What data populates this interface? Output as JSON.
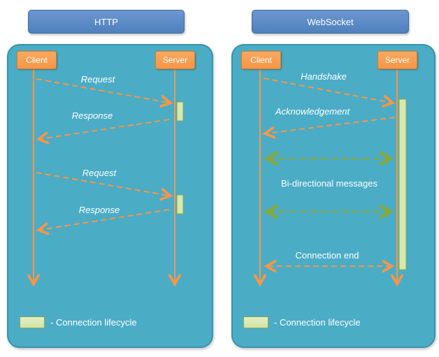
{
  "colors": {
    "header_blue": "#4f81bd",
    "panel_teal": "#4bacc6",
    "actor_orange": "#f79646",
    "lifeline_orange": "#f79646",
    "activation_green": "#d6e8b0",
    "bidirectional_green": "#84a93f",
    "label_white": "#ffffff"
  },
  "panels": [
    {
      "title": "HTTP",
      "client": "Client",
      "server": "Server",
      "messages": [
        "Request",
        "Response",
        "Request",
        "Response"
      ],
      "legend": "- Connection lifecycle"
    },
    {
      "title": "WebSocket",
      "client": "Client",
      "server": "Server",
      "messages": [
        "Handshake",
        "Acknowledgement",
        "Bi-directional messages",
        "Connection end"
      ],
      "legend": "- Connection lifecycle"
    }
  ]
}
